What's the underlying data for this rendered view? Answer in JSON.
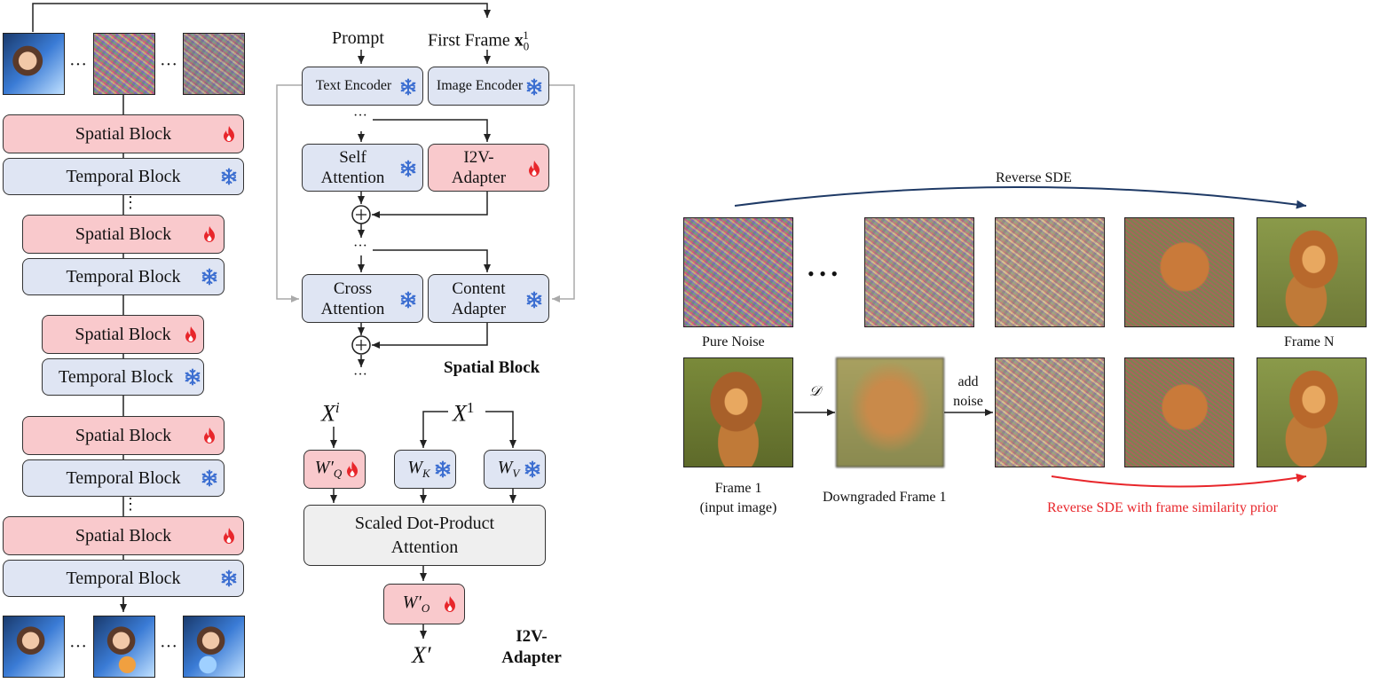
{
  "left": {
    "dots": "···",
    "spatial_label": "Spatial Block",
    "temporal_label": "Temporal Block",
    "vdots": "⋮"
  },
  "middle": {
    "prompt": "Prompt",
    "first_frame": "First Frame x₀¹",
    "text_encoder": "Text Encoder",
    "image_encoder": "Image Encoder",
    "self_attention": "Self Attention",
    "i2v_adapter_block": "I2V- Adapter",
    "cross_attention": "Cross Attention",
    "content_adapter": "Content Adapter",
    "spatial_block_title": "Spatial Block",
    "dots": "···",
    "xi": "Xⁱ",
    "x1": "X¹",
    "wq": "W′Q",
    "wk": "WK",
    "wv": "WV",
    "sdpa": "Scaled Dot-Product Attention",
    "wo": "W′O",
    "xprime": "X′",
    "adapter_title": "I2V- Adapter"
  },
  "right": {
    "reverse_sde": "Reverse SDE",
    "ellipsis": "• • •",
    "pure_noise": "Pure Noise",
    "frame_n": "Frame N",
    "frame_1": "Frame 1",
    "input_image": "(input image)",
    "d_symbol": "𝒟",
    "add_noise": "add noise",
    "downgraded": "Downgraded Frame 1",
    "reverse_sde_prior": "Reverse SDE with frame similarity prior",
    "red_color": "#e8262b",
    "dark_blue": "#1f3a66"
  },
  "colors": {
    "trainable": "#f9c9cc",
    "frozen": "#dfe5f3",
    "flame": "#e8262b",
    "snowflake": "#3d6fd1"
  }
}
